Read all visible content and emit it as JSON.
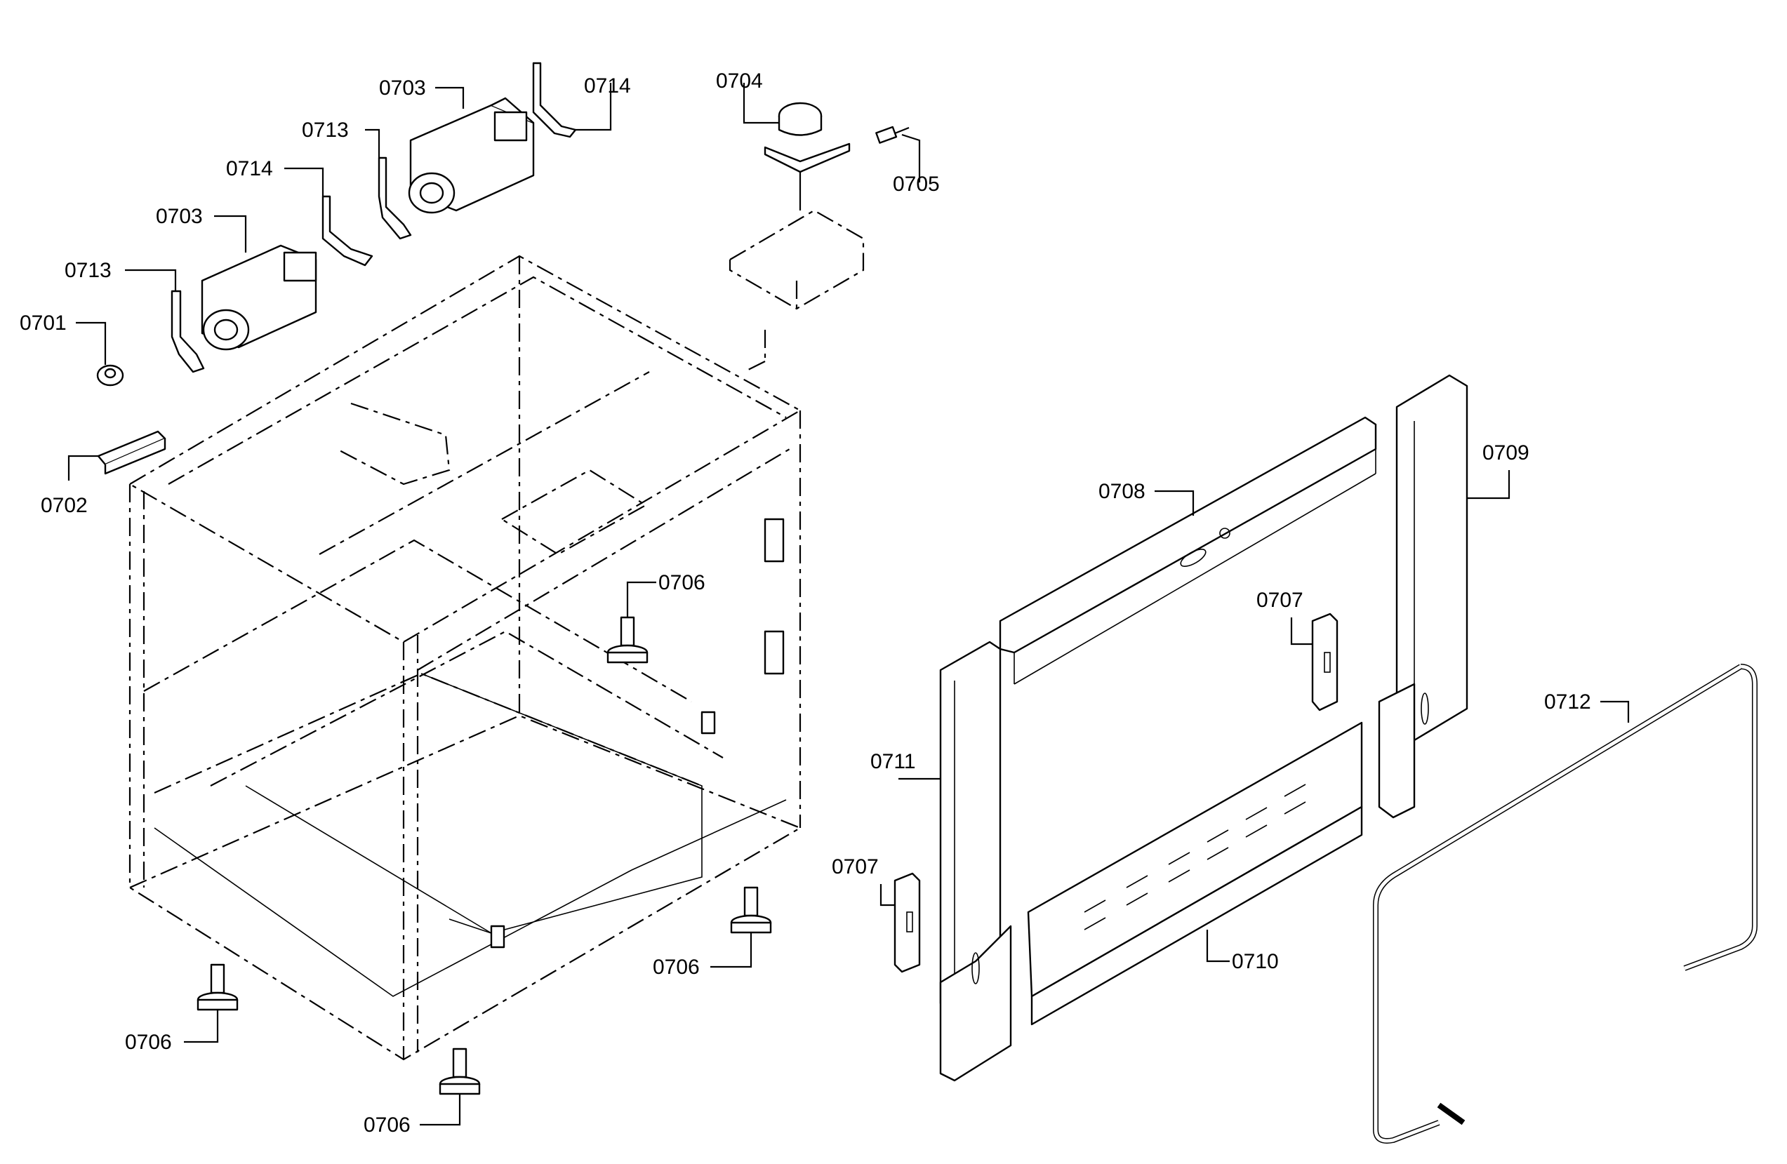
{
  "diagram": {
    "labels": [
      {
        "key": "l0703a",
        "text": "0703"
      },
      {
        "key": "l0714a",
        "text": "0714"
      },
      {
        "key": "l0704",
        "text": "0704"
      },
      {
        "key": "l0713a",
        "text": "0713"
      },
      {
        "key": "l0705",
        "text": "0705"
      },
      {
        "key": "l0714b",
        "text": "0714"
      },
      {
        "key": "l0703b",
        "text": "0703"
      },
      {
        "key": "l0713b",
        "text": "0713"
      },
      {
        "key": "l0701",
        "text": "0701"
      },
      {
        "key": "l0702",
        "text": "0702"
      },
      {
        "key": "l0706a",
        "text": "0706"
      },
      {
        "key": "l0706b",
        "text": "0706"
      },
      {
        "key": "l0706c",
        "text": "0706"
      },
      {
        "key": "l0706d",
        "text": "0706"
      },
      {
        "key": "l0708",
        "text": "0708"
      },
      {
        "key": "l0709",
        "text": "0709"
      },
      {
        "key": "l0707a",
        "text": "0707"
      },
      {
        "key": "l0707b",
        "text": "0707"
      },
      {
        "key": "l0711",
        "text": "0711"
      },
      {
        "key": "l0710",
        "text": "0710"
      },
      {
        "key": "l0712",
        "text": "0712"
      }
    ]
  }
}
